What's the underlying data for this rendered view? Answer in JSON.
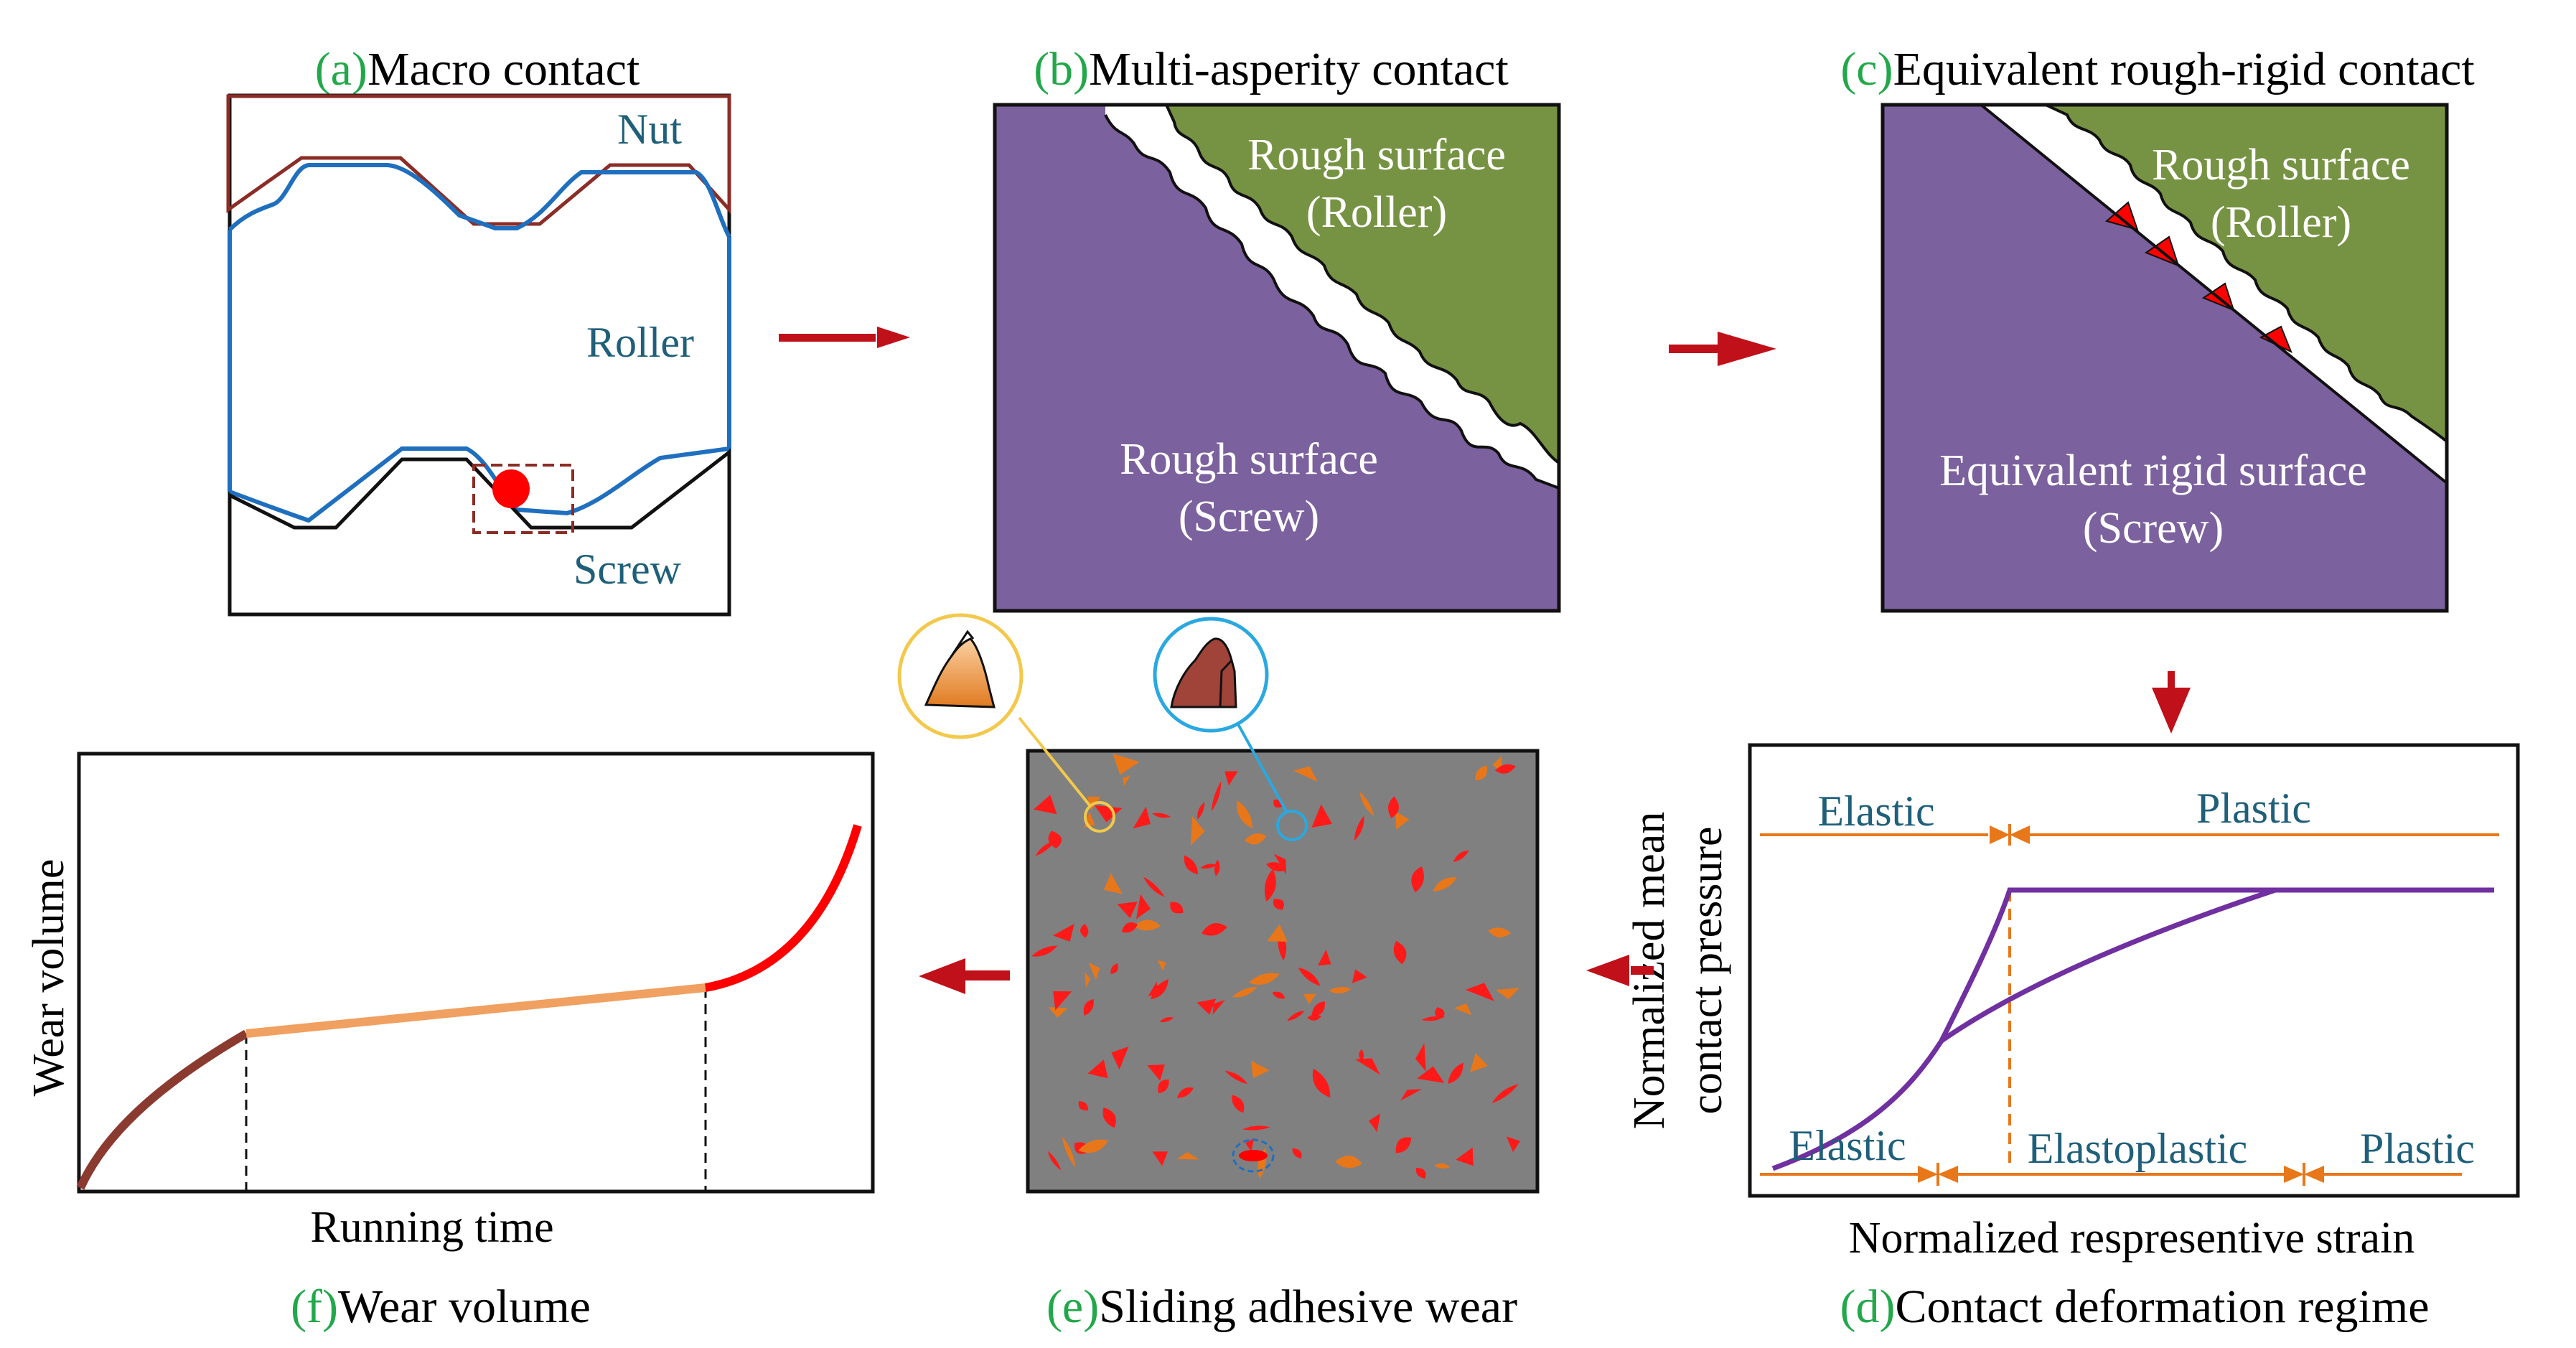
{
  "colors": {
    "caption_letter": "#22a84a",
    "nut": "#8b2c26",
    "roller_line": "#1f6fbf",
    "label_teal": "#1f5f7a",
    "screw_purple": "#7b619d",
    "roller_green": "#769343",
    "contact_red": "#ff0000",
    "arrow_red": "#c0101a",
    "wear_bg": "#808080",
    "orange": "#e8771a",
    "curve_purple": "#7030a0",
    "wear_brown": "#8b3a30",
    "wear_orange": "#f0a060",
    "wear_red": "#ff0000",
    "yellow_circle": "#f2c94c",
    "blue_circle": "#2aa8e0"
  },
  "panels": {
    "a": {
      "letter": "(a)",
      "caption": "Macro contact",
      "nut": "Nut",
      "roller": "Roller",
      "screw": "Screw"
    },
    "b": {
      "letter": "(b)",
      "caption": "Multi-asperity contact",
      "top1": "Rough surface",
      "top2": "(Roller)",
      "bot1": "Rough surface",
      "bot2": "(Screw)"
    },
    "c": {
      "letter": "(c)",
      "caption": "Equivalent rough-rigid contact",
      "top1": "Rough surface",
      "top2": "(Roller)",
      "bot1": "Equivalent rigid surface",
      "bot2": "(Screw)"
    },
    "d": {
      "letter": "(d)",
      "caption": "Contact deformation regime",
      "ylabel1": "Normalized mean",
      "ylabel2": "contact pressure",
      "xlabel": "Normalized respresentive strain",
      "top_elastic": "Elastic",
      "top_plastic": "Plastic",
      "bot_elastic": "Elastic",
      "bot_elastoplastic": "Elastoplastic",
      "bot_plastic": "Plastic"
    },
    "e": {
      "letter": "(e)",
      "caption": "Sliding adhesive wear"
    },
    "f": {
      "letter": "(f)",
      "caption": "Wear volume",
      "ylabel": "Wear volume",
      "xlabel": "Running time"
    }
  }
}
